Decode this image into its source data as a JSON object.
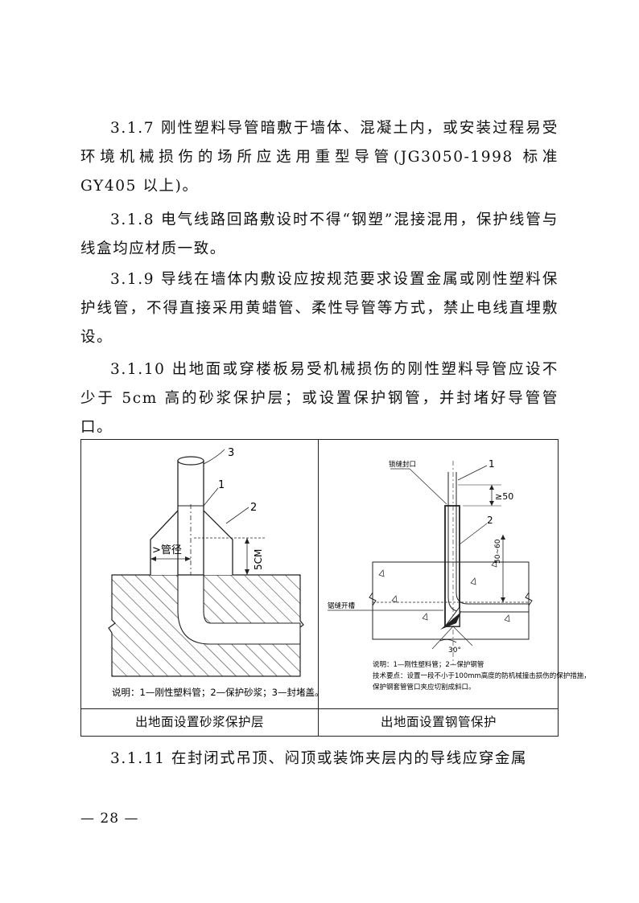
{
  "paragraphs": {
    "p1": "3.1.7 刚性塑料导管暗敷于墙体、混凝土内，或安装过程易受环境机械损伤的场所应选用重型导管(JG3050-1998 标准 GY405 以上)。",
    "p2": "3.1.8 电气线路回路敷设时不得“钢塑”混接混用，保护线管与线盒均应材质一致。",
    "p3": "3.1.9 导线在墙体内敷设应按规范要求设置金属或刚性塑料保护线管，不得直接采用黄蜡管、柔性导管等方式，禁止电线直埋敷设。",
    "p4": "3.1.10 出地面或穿楼板易受机械损伤的刚性塑料导管应设不少于 5cm 高的砂浆保护层；或设置保护钢管，并封堵好导管管口。",
    "p5": "3.1.11 在封闭式吊顶、闷顶或装饰夹层内的导线应穿金属"
  },
  "figure_left": {
    "caption": "出地面设置砂浆保护层",
    "label_1": "1",
    "label_2": "2",
    "label_3": "3",
    "pipe_dim": ">管径",
    "height_dim": "5CM",
    "note": "说明：1—刚性塑料管；2—保护砂浆；3—封堵盖。"
  },
  "figure_right": {
    "caption": "出地面设置钢管保护",
    "label_1": "1",
    "label_2": "2",
    "seal_label": "锁缝封口",
    "gap_label": "锯缝开槽",
    "dim_50": "≥50",
    "dim_5060": "50~60",
    "angle": "30°",
    "note_1": "说明：1—刚性塑料管；2—保护钢管",
    "note_2": "技术要点：设置一段不小于100mm高度的防机械撞击损伤的保护措施，",
    "note_3": "保护钢套管管口夹应切割成斜口。"
  },
  "page_number": "— 28 —"
}
